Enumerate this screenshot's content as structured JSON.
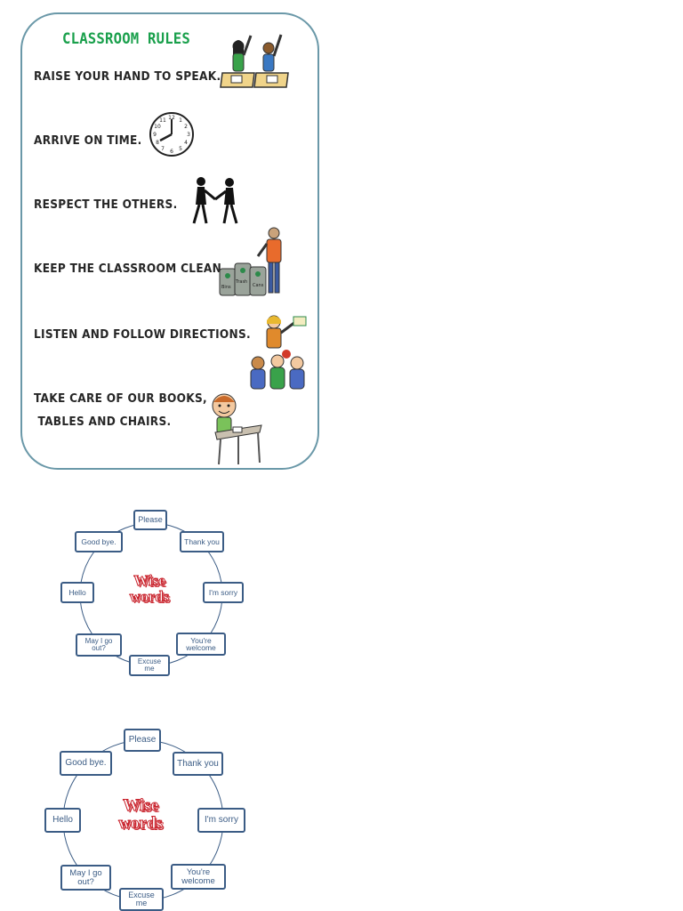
{
  "poster": {
    "title": "Classroom rules",
    "rules": [
      "Raise your hand to speak.",
      "Arrive on time.",
      "Respect the others.",
      "Keep the classroom clean.",
      "Listen and follow directions.",
      "Take care of our books,",
      " tables and chairs."
    ],
    "bin_labels": [
      "Bins",
      "Trash",
      "Cans"
    ]
  },
  "wheel_1": {
    "center_line1": "Wise",
    "center_line2": "words",
    "items": [
      "Please",
      "Thank you",
      "I'm sorry",
      "You're\nwelcome",
      "Excuse\nme",
      "May I go\nout?",
      "Hello",
      "Good bye."
    ]
  },
  "wheel_2": {
    "center_line1": "Wise",
    "center_line2": "words",
    "items": [
      "Please",
      "Thank you",
      "I'm sorry",
      "You're\nwelcome",
      "Excuse\nme",
      "May I go\nout?",
      "Hello",
      "Good bye."
    ]
  },
  "colors": {
    "title_green": "#1aa04c",
    "frame": "#6a98a8",
    "node_border": "#3b5c85",
    "wise_red": "#c8202a"
  }
}
